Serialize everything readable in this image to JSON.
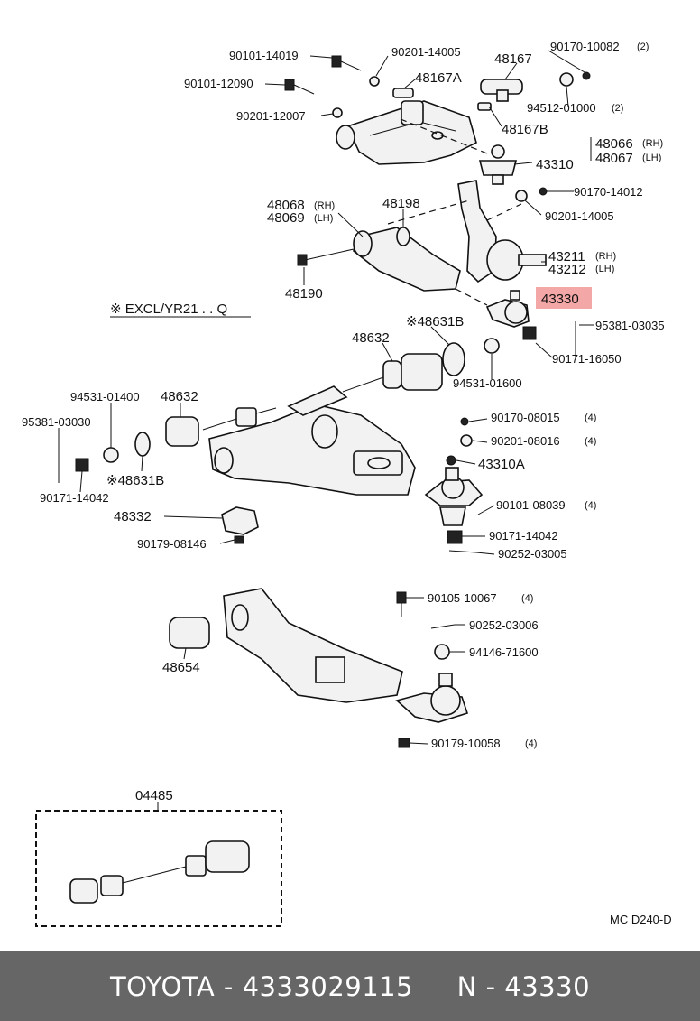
{
  "parts": [
    {
      "id": "l1",
      "text": "90101-14019"
    },
    {
      "id": "l2",
      "text": "90201-14005"
    },
    {
      "id": "l3",
      "text": "48167"
    },
    {
      "id": "l4",
      "text": "90170-10082",
      "qty": "(2)"
    },
    {
      "id": "l5",
      "text": "90101-12090"
    },
    {
      "id": "l6",
      "text": "48167A"
    },
    {
      "id": "l7",
      "text": "94512-01000",
      "qty": "(2)"
    },
    {
      "id": "l8",
      "text": "90201-12007"
    },
    {
      "id": "l9",
      "text": "48167B"
    },
    {
      "id": "l10",
      "text": "48066",
      "qty": "(RH)"
    },
    {
      "id": "l11",
      "text": "48067",
      "qty": "(LH)"
    },
    {
      "id": "l12",
      "text": "43310"
    },
    {
      "id": "l13",
      "text": "48068",
      "qty": "(RH)"
    },
    {
      "id": "l14",
      "text": "48069",
      "qty": "(LH)"
    },
    {
      "id": "l15",
      "text": "48198"
    },
    {
      "id": "l16",
      "text": "90170-14012"
    },
    {
      "id": "l17",
      "text": "90201-14005"
    },
    {
      "id": "l18",
      "text": "43211",
      "qty": "(RH)"
    },
    {
      "id": "l19",
      "text": "43212",
      "qty": "(LH)"
    },
    {
      "id": "l20",
      "text": "48190"
    },
    {
      "id": "l22",
      "text": "95381-03035"
    },
    {
      "id": "l23",
      "text": "※ EXCL/YR21 . . Q"
    },
    {
      "id": "l24",
      "text": "※48631B"
    },
    {
      "id": "l25",
      "text": "48632"
    },
    {
      "id": "l26",
      "text": "90171-16050"
    },
    {
      "id": "l27",
      "text": "94531-01600"
    },
    {
      "id": "l28",
      "text": "94531-01400"
    },
    {
      "id": "l29",
      "text": "48632"
    },
    {
      "id": "l30",
      "text": "95381-03030"
    },
    {
      "id": "l31",
      "text": "90170-08015",
      "qty": "(4)"
    },
    {
      "id": "l32",
      "text": "90201-08016",
      "qty": "(4)"
    },
    {
      "id": "l33",
      "text": "43310A"
    },
    {
      "id": "l34",
      "text": "※48631B"
    },
    {
      "id": "l35",
      "text": "90171-14042"
    },
    {
      "id": "l36",
      "text": "90101-08039",
      "qty": "(4)"
    },
    {
      "id": "l37",
      "text": "48332"
    },
    {
      "id": "l38",
      "text": "90171-14042"
    },
    {
      "id": "l39",
      "text": "90179-08146"
    },
    {
      "id": "l40",
      "text": "90252-03005"
    },
    {
      "id": "l41",
      "text": "90105-10067",
      "qty": "(4)"
    },
    {
      "id": "l42",
      "text": "90252-03006"
    },
    {
      "id": "l43",
      "text": "94146-71600"
    },
    {
      "id": "l44",
      "text": "48654"
    },
    {
      "id": "l45",
      "text": "90179-10058",
      "qty": "(4)"
    },
    {
      "id": "l46",
      "text": "04485"
    },
    {
      "id": "l47",
      "text": "MC D240-D"
    }
  ],
  "highlight": {
    "text": "43330",
    "color": "#f4a7a7"
  },
  "footer": {
    "text": "TOYOTA - 4333029115     N - 43330"
  },
  "colors": {
    "footer_bg": "#666666",
    "footer_text": "#ffffff",
    "highlight_bg": "#f4a7a7"
  }
}
